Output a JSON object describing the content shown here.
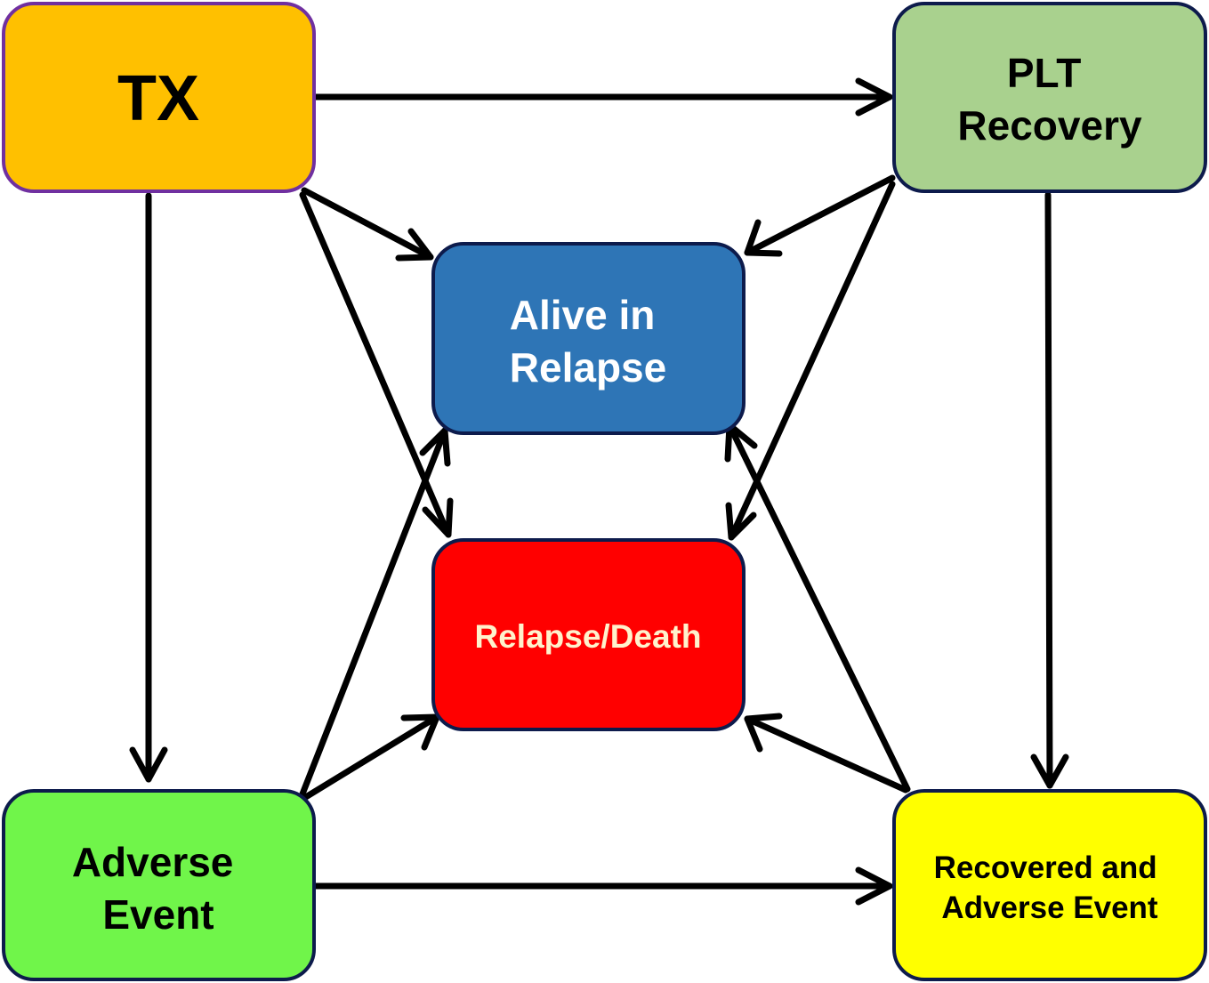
{
  "diagram": {
    "nodes": {
      "tx": {
        "lines": [
          "TX"
        ],
        "fill": "#FFC000",
        "stroke": "#7030A0",
        "text_color": "#000000"
      },
      "plt": {
        "lines": [
          "PLT",
          "Recovery"
        ],
        "fill": "#A9D18E",
        "stroke": "#0D1B4C",
        "text_color": "#000000"
      },
      "alive": {
        "lines": [
          "Alive in",
          "Relapse"
        ],
        "fill": "#2E75B6",
        "stroke": "#0D1B4C",
        "text_color": "#FFFFFF"
      },
      "death": {
        "lines": [
          "Relapse/Death"
        ],
        "fill": "#FF0000",
        "stroke": "#0D1B4C",
        "text_color": "#FFF2CC"
      },
      "adverse": {
        "lines": [
          "Adverse",
          "Event"
        ],
        "fill": "#70F54A",
        "stroke": "#0D1B4C",
        "text_color": "#000000"
      },
      "recovered": {
        "lines": [
          "Recovered and",
          "Adverse Event"
        ],
        "fill": "#FFFF00",
        "stroke": "#0D1B4C",
        "text_color": "#000000"
      }
    },
    "edges": [
      {
        "from": "tx",
        "to": "plt"
      },
      {
        "from": "tx",
        "to": "adverse"
      },
      {
        "from": "tx",
        "to": "alive"
      },
      {
        "from": "tx",
        "to": "death"
      },
      {
        "from": "plt",
        "to": "alive"
      },
      {
        "from": "plt",
        "to": "death"
      },
      {
        "from": "plt",
        "to": "recovered"
      },
      {
        "from": "adverse",
        "to": "alive"
      },
      {
        "from": "adverse",
        "to": "death"
      },
      {
        "from": "adverse",
        "to": "recovered"
      },
      {
        "from": "recovered",
        "to": "alive"
      },
      {
        "from": "recovered",
        "to": "death"
      }
    ]
  }
}
